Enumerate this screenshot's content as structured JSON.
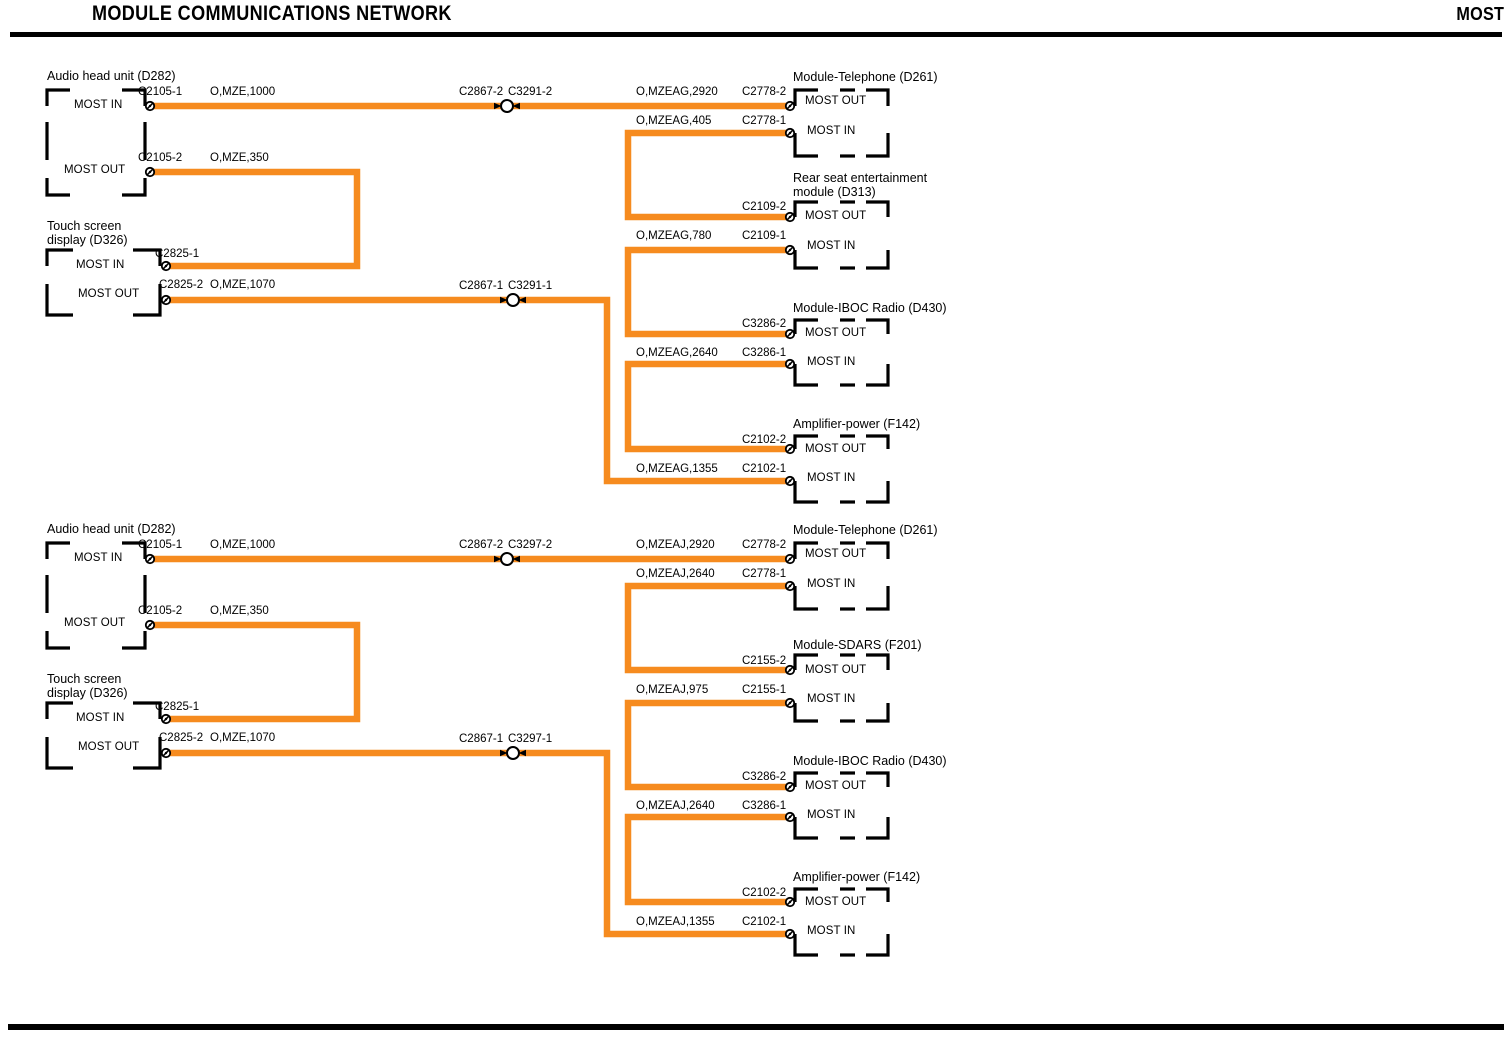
{
  "header": {
    "title": "MODULE COMMUNICATIONS NETWORK",
    "system": "MOST"
  },
  "colors": {
    "wire": "#F68B1F",
    "ink": "#000000",
    "page": "#FFFFFF"
  },
  "networks": [
    {
      "id": "network-top",
      "left_modules": [
        {
          "name": "Audio head unit (D282)",
          "pins": [
            {
              "pin": "MOST IN",
              "connector": "C2105-1",
              "wire": "O,MZE,1000"
            },
            {
              "pin": "MOST OUT",
              "connector": "C2105-2",
              "wire": "O,MZE,350"
            }
          ]
        },
        {
          "name": "Touch screen display (D326)",
          "pins": [
            {
              "pin": "MOST IN",
              "connector": "C2825-1",
              "wire": ""
            },
            {
              "pin": "MOST OUT",
              "connector": "C2825-2",
              "wire": "O,MZE,1070"
            }
          ]
        }
      ],
      "inline_connectors": [
        {
          "left": "C2867-2",
          "right": "C3291-2"
        },
        {
          "left": "C2867-1",
          "right": "C3291-1"
        }
      ],
      "right_modules": [
        {
          "name": "Module-Telephone (D261)",
          "pins": [
            {
              "pin": "MOST OUT",
              "connector": "C2778-2",
              "wire": "O,MZEAG,2920"
            },
            {
              "pin": "MOST IN",
              "connector": "C2778-1",
              "wire": "O,MZEAG,405"
            }
          ]
        },
        {
          "name": "Rear seat entertainment module (D313)",
          "pins": [
            {
              "pin": "MOST OUT",
              "connector": "C2109-2",
              "wire": ""
            },
            {
              "pin": "MOST IN",
              "connector": "C2109-1",
              "wire": "O,MZEAG,780"
            }
          ]
        },
        {
          "name": "Module-IBOC Radio (D430)",
          "pins": [
            {
              "pin": "MOST OUT",
              "connector": "C3286-2",
              "wire": ""
            },
            {
              "pin": "MOST IN",
              "connector": "C3286-1",
              "wire": "O,MZEAG,2640"
            }
          ]
        },
        {
          "name": "Amplifier-power (F142)",
          "pins": [
            {
              "pin": "MOST OUT",
              "connector": "C2102-2",
              "wire": ""
            },
            {
              "pin": "MOST IN",
              "connector": "C2102-1",
              "wire": "O,MZEAG,1355"
            }
          ]
        }
      ]
    },
    {
      "id": "network-bottom",
      "left_modules": [
        {
          "name": "Audio head unit (D282)",
          "pins": [
            {
              "pin": "MOST IN",
              "connector": "C2105-1",
              "wire": "O,MZE,1000"
            },
            {
              "pin": "MOST OUT",
              "connector": "C2105-2",
              "wire": "O,MZE,350"
            }
          ]
        },
        {
          "name": "Touch screen display (D326)",
          "pins": [
            {
              "pin": "MOST IN",
              "connector": "C2825-1",
              "wire": ""
            },
            {
              "pin": "MOST OUT",
              "connector": "C2825-2",
              "wire": "O,MZE,1070"
            }
          ]
        }
      ],
      "inline_connectors": [
        {
          "left": "C2867-2",
          "right": "C3297-2"
        },
        {
          "left": "C2867-1",
          "right": "C3297-1"
        }
      ],
      "right_modules": [
        {
          "name": "Module-Telephone (D261)",
          "pins": [
            {
              "pin": "MOST OUT",
              "connector": "C2778-2",
              "wire": "O,MZEAJ,2920"
            },
            {
              "pin": "MOST IN",
              "connector": "C2778-1",
              "wire": "O,MZEAJ,2640"
            }
          ]
        },
        {
          "name": "Module-SDARS (F201)",
          "pins": [
            {
              "pin": "MOST OUT",
              "connector": "C2155-2",
              "wire": ""
            },
            {
              "pin": "MOST IN",
              "connector": "C2155-1",
              "wire": "O,MZEAJ,975"
            }
          ]
        },
        {
          "name": "Module-IBOC Radio (D430)",
          "pins": [
            {
              "pin": "MOST OUT",
              "connector": "C3286-2",
              "wire": ""
            },
            {
              "pin": "MOST IN",
              "connector": "C3286-1",
              "wire": "O,MZEAJ,2640"
            }
          ]
        },
        {
          "name": "Amplifier-power (F142)",
          "pins": [
            {
              "pin": "MOST OUT",
              "connector": "C2102-2",
              "wire": ""
            },
            {
              "pin": "MOST IN",
              "connector": "C2102-1",
              "wire": "O,MZEAJ,1355"
            }
          ]
        }
      ]
    }
  ],
  "labels": {
    "top": {
      "m1_name": "Audio head unit (D282)",
      "m1_p1_pin": "MOST IN",
      "m1_p1_conn": "C2105-1",
      "m1_p1_wire": "O,MZE,1000",
      "m1_p2_pin": "MOST OUT",
      "m1_p2_conn": "C2105-2",
      "m1_p2_wire": "O,MZE,350",
      "m2_name": "Touch screen\ndisplay (D326)",
      "m2_p1_pin": "MOST IN",
      "m2_p1_conn": "C2825-1",
      "m2_p2_pin": "MOST OUT",
      "m2_p2_conn": "C2825-2",
      "m2_p2_wire": "O,MZE,1070",
      "sp1_l": "C2867-2",
      "sp1_r": "C3291-2",
      "sp2_l": "C2867-1",
      "sp2_r": "C3291-1",
      "r1_name": "Module-Telephone (D261)",
      "r1_p1_pin": "MOST OUT",
      "r1_p1_conn": "C2778-2",
      "r1_p1_wire": "O,MZEAG,2920",
      "r1_p2_pin": "MOST IN",
      "r1_p2_conn": "C2778-1",
      "r1_p2_wire": "O,MZEAG,405",
      "r2_name": "Rear seat entertainment\nmodule (D313)",
      "r2_p1_pin": "MOST OUT",
      "r2_p1_conn": "C2109-2",
      "r2_p2_pin": "MOST IN",
      "r2_p2_conn": "C2109-1",
      "r2_p2_wire": "O,MZEAG,780",
      "r3_name": "Module-IBOC Radio (D430)",
      "r3_p1_pin": "MOST OUT",
      "r3_p1_conn": "C3286-2",
      "r3_p2_pin": "MOST IN",
      "r3_p2_conn": "C3286-1",
      "r3_p2_wire": "O,MZEAG,2640",
      "r4_name": "Amplifier-power (F142)",
      "r4_p1_pin": "MOST OUT",
      "r4_p1_conn": "C2102-2",
      "r4_p2_pin": "MOST IN",
      "r4_p2_conn": "C2102-1",
      "r4_p2_wire": "O,MZEAG,1355"
    },
    "bottom": {
      "m1_name": "Audio head unit (D282)",
      "m1_p1_pin": "MOST IN",
      "m1_p1_conn": "C2105-1",
      "m1_p1_wire": "O,MZE,1000",
      "m1_p2_pin": "MOST OUT",
      "m1_p2_conn": "C2105-2",
      "m1_p2_wire": "O,MZE,350",
      "m2_name": "Touch screen\ndisplay (D326)",
      "m2_p1_pin": "MOST IN",
      "m2_p1_conn": "C2825-1",
      "m2_p2_pin": "MOST OUT",
      "m2_p2_conn": "C2825-2",
      "m2_p2_wire": "O,MZE,1070",
      "sp1_l": "C2867-2",
      "sp1_r": "C3297-2",
      "sp2_l": "C2867-1",
      "sp2_r": "C3297-1",
      "r1_name": "Module-Telephone (D261)",
      "r1_p1_pin": "MOST OUT",
      "r1_p1_conn": "C2778-2",
      "r1_p1_wire": "O,MZEAJ,2920",
      "r1_p2_pin": "MOST IN",
      "r1_p2_conn": "C2778-1",
      "r1_p2_wire": "O,MZEAJ,2640",
      "r2_name": "Module-SDARS (F201)",
      "r2_p1_pin": "MOST OUT",
      "r2_p1_conn": "C2155-2",
      "r2_p2_pin": "MOST IN",
      "r2_p2_conn": "C2155-1",
      "r2_p2_wire": "O,MZEAJ,975",
      "r3_name": "Module-IBOC Radio (D430)",
      "r3_p1_pin": "MOST OUT",
      "r3_p1_conn": "C3286-2",
      "r3_p2_pin": "MOST IN",
      "r3_p2_conn": "C3286-1",
      "r3_p2_wire": "O,MZEAJ,2640",
      "r4_name": "Amplifier-power (F142)",
      "r4_p1_pin": "MOST OUT",
      "r4_p1_conn": "C2102-2",
      "r4_p2_pin": "MOST IN",
      "r4_p2_conn": "C2102-1",
      "r4_p2_wire": "O,MZEAJ,1355"
    }
  }
}
